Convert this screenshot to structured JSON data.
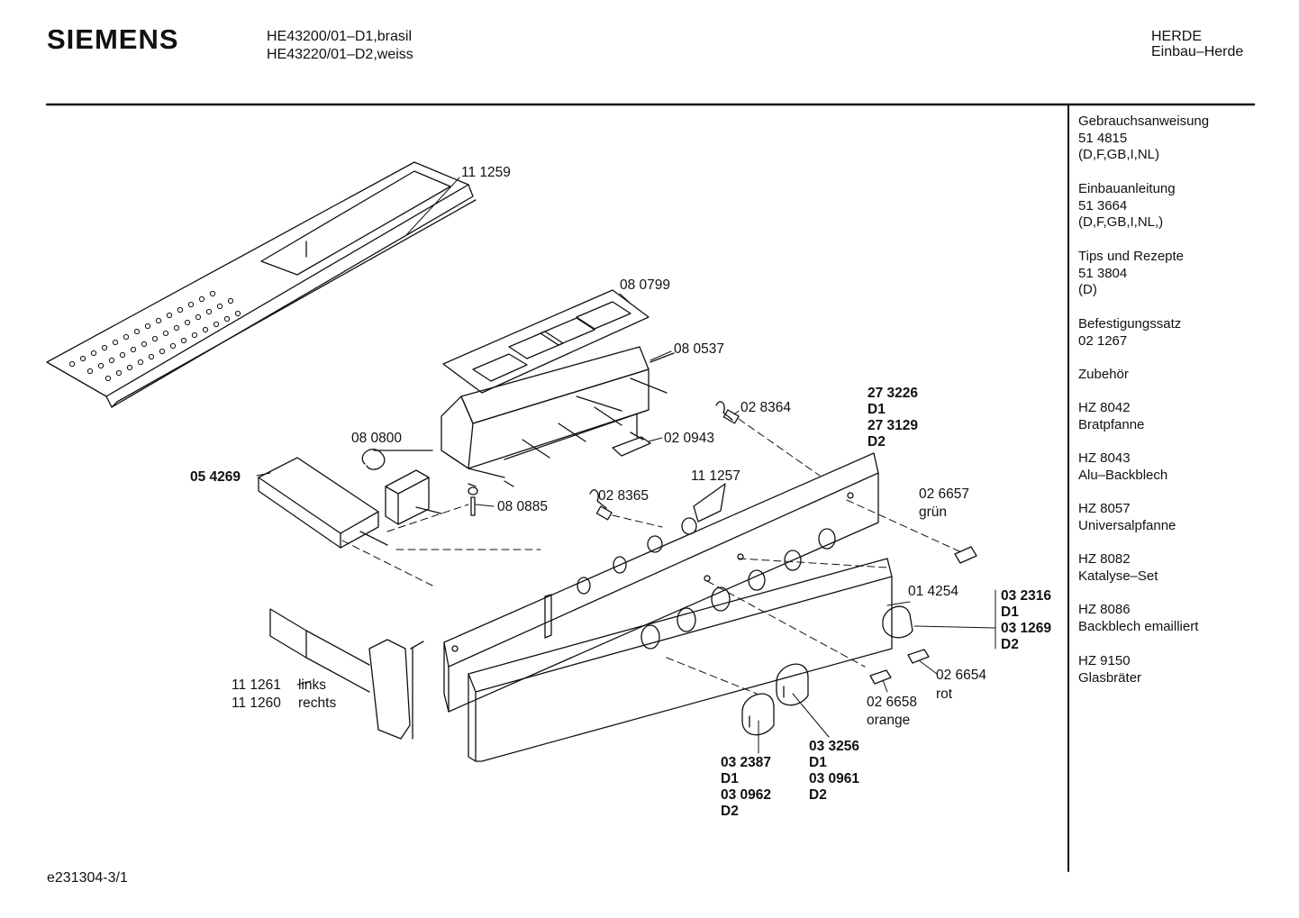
{
  "header": {
    "brand": "SIEMENS",
    "models": [
      "HE43200/01–D1,brasil",
      "HE43220/01–D2,weiss"
    ],
    "category": [
      "HERDE",
      "Einbau–Herde"
    ]
  },
  "sidebar": [
    [
      "Gebrauchsanweisung",
      "51 4815",
      "(D,F,GB,I,NL)"
    ],
    [
      "Einbauanleitung",
      "51 3664",
      "(D,F,GB,I,NL,)"
    ],
    [
      "Tips und Rezepte",
      "51 3804",
      "(D)"
    ],
    [
      "Befestigungssatz",
      "02 1267"
    ],
    [
      "Zubehör"
    ],
    [
      "HZ 8042",
      "Bratpfanne"
    ],
    [
      "HZ 8043",
      "Alu–Backblech"
    ],
    [
      "HZ 8057",
      "Universalpfanne"
    ],
    [
      "HZ 8082",
      "Katalyse–Set"
    ],
    [
      "HZ 8086",
      "Backblech emailliert"
    ],
    [
      "HZ 9150",
      "Glasbräter"
    ]
  ],
  "parts": {
    "p111259": "11 1259",
    "p080799": "08 0799",
    "p080537": "08 0537",
    "p028364": "02 8364",
    "p273226": [
      "27 3226",
      "D1",
      "27 3129",
      "D2"
    ],
    "p080800": "08 0800",
    "p020943": "02 0943",
    "p054269": "05 4269",
    "p111257": "11 1257",
    "p026657": [
      "02 6657",
      "grün"
    ],
    "p028365": "02 8365",
    "p080885": "08 0885",
    "p014254": "01 4254",
    "p032316": [
      "03 2316",
      "D1",
      "03 1269",
      "D2"
    ],
    "p111261": [
      "11 1261",
      "links"
    ],
    "p111260": [
      "11 1260",
      "rechts"
    ],
    "p026654": [
      "02 6654",
      "rot"
    ],
    "p026658": [
      "02 6658",
      "orange"
    ],
    "p033256": [
      "03 3256",
      "D1",
      "03 0961",
      "D2"
    ],
    "p032387": [
      "03 2387",
      "D1",
      "03 0962",
      "D2"
    ]
  },
  "footer": {
    "code": "e231304-3/1"
  }
}
